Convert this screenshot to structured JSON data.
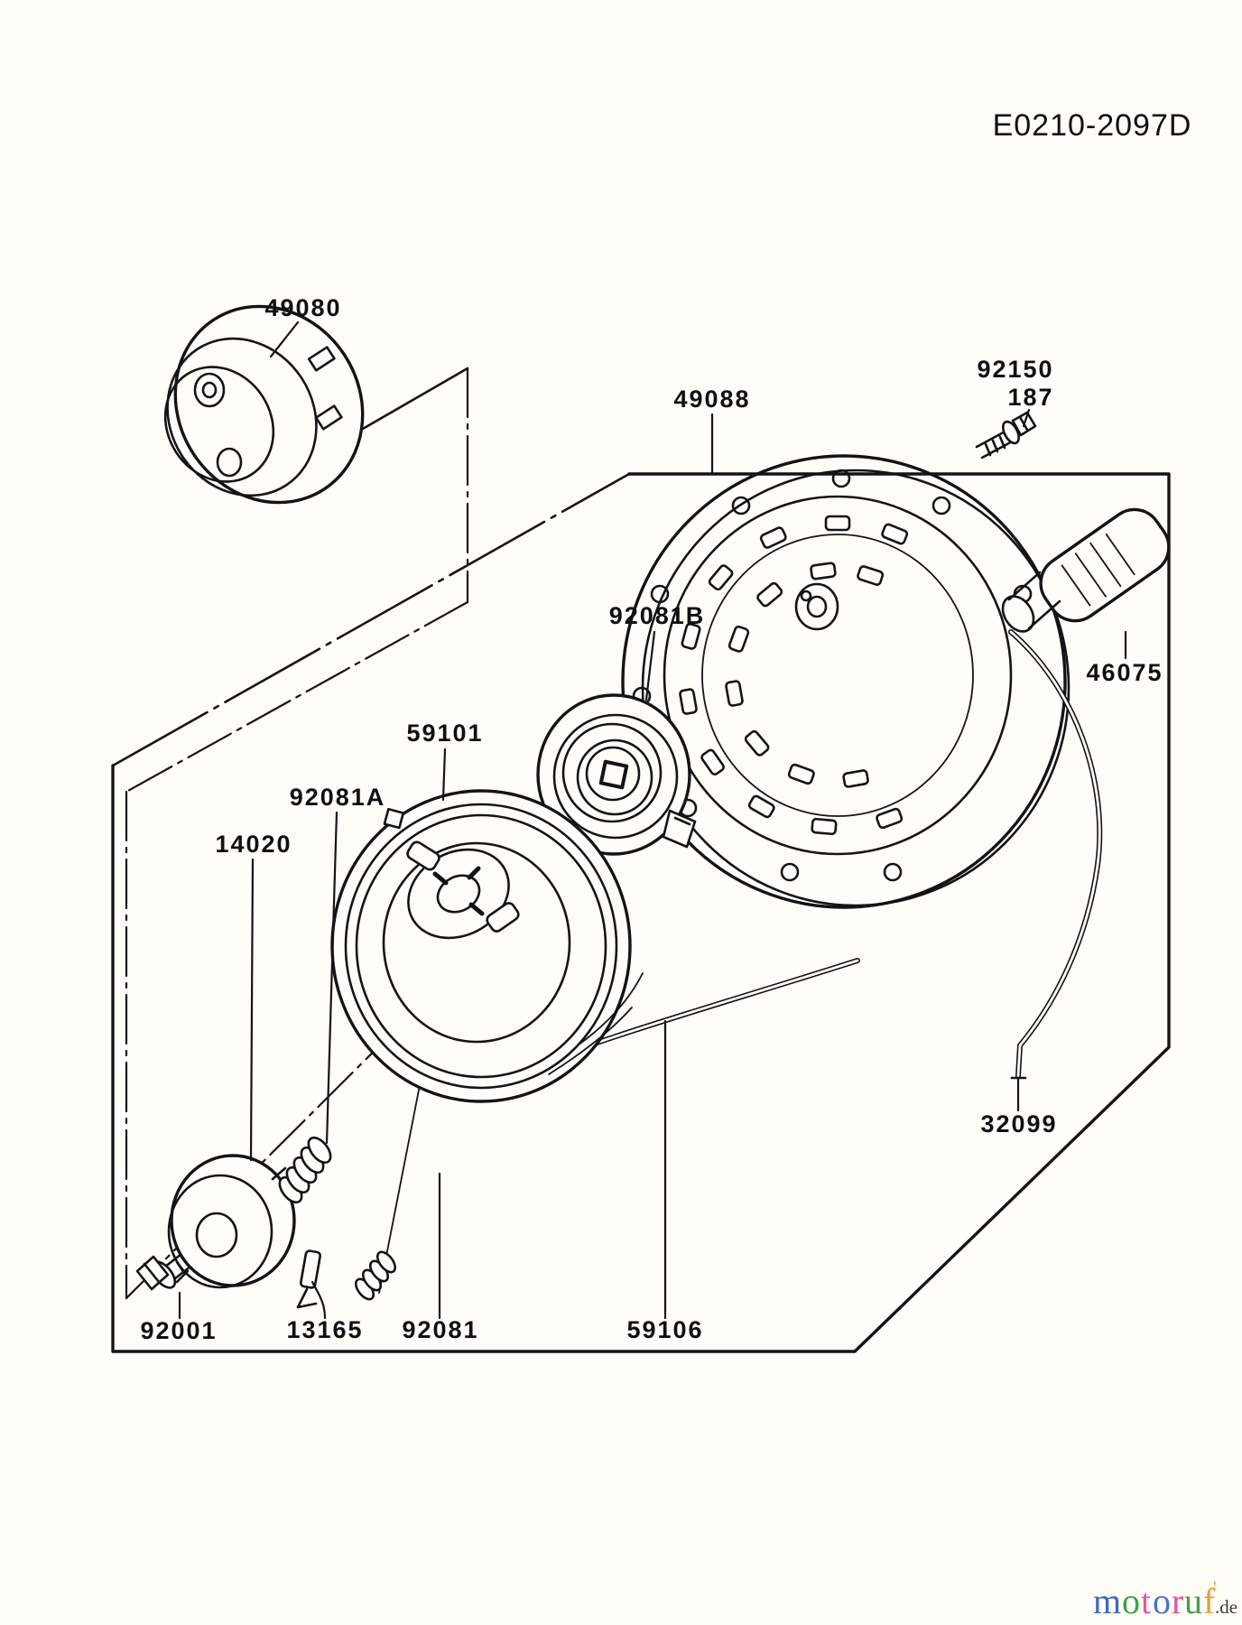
{
  "document": {
    "code": "E0210-2097D",
    "background": "#fffdf7",
    "ink_color": "#141414",
    "type_note": "exploded parts diagram, recoil starter"
  },
  "part_labels": [
    {
      "id": "49080"
    },
    {
      "id": "49088"
    },
    {
      "id": "92150"
    },
    {
      "id": "187"
    },
    {
      "id": "46075"
    },
    {
      "id": "92081B"
    },
    {
      "id": "59101"
    },
    {
      "id": "92081A"
    },
    {
      "id": "14020"
    },
    {
      "id": "32099"
    },
    {
      "id": "92001"
    },
    {
      "id": "13165"
    },
    {
      "id": "92081"
    },
    {
      "id": "59106"
    }
  ],
  "watermark": {
    "text": "motoruf.de",
    "letters": [
      {
        "char": "m",
        "color": "#3e68c2"
      },
      {
        "char": "o",
        "color": "#3f9f4a"
      },
      {
        "char": "t",
        "color": "#df5aa2"
      },
      {
        "char": "o",
        "color": "#4a72cc"
      },
      {
        "char": "r",
        "color": "#e0559f"
      },
      {
        "char": "u",
        "color": "#42a047"
      },
      {
        "char": "f",
        "color": "#ef9a2e"
      }
    ],
    "tick": {
      "char": "'",
      "color": "#ef9a2e"
    },
    "suffix": {
      "text": ".de",
      "color": "#3c3c3c"
    }
  }
}
